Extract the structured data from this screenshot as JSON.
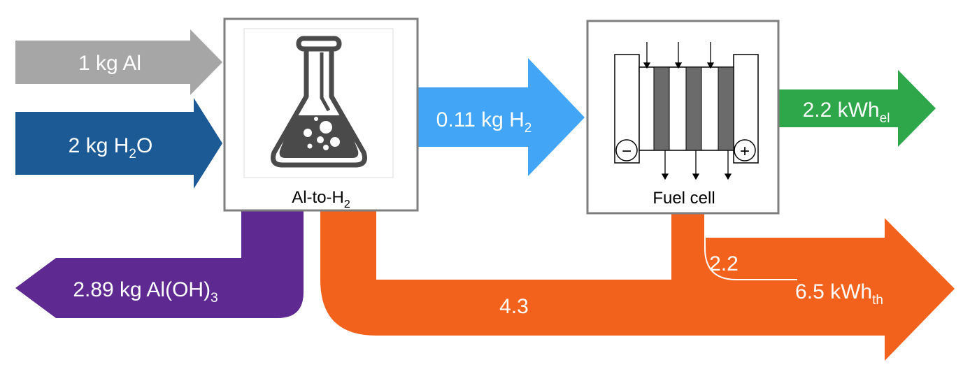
{
  "colors": {
    "aluminum": "#a6a6a6",
    "water": "#1c5a96",
    "hydrogen": "#42a5f5",
    "electricity": "#2ea64a",
    "heat": "#f3621d",
    "hydroxide": "#5e2a92",
    "box_border": "#7f7f7f",
    "icon": "#4a4a4a"
  },
  "inputs": {
    "al": "1 kg Al",
    "water": {
      "main": "2 kg H",
      "sub": "2",
      "tail": "O"
    }
  },
  "reactor": {
    "label": {
      "main": "Al-to-H",
      "sub": "2"
    },
    "icon": "flask-icon"
  },
  "hydrogen_flow": {
    "main": "0.11 kg H",
    "sub": "2"
  },
  "fuel_cell": {
    "label": "Fuel cell",
    "icon": "fuel-cell-icon",
    "minus": "−",
    "plus": "+"
  },
  "electricity_out": {
    "main": "2.2 kWh",
    "sub": "el"
  },
  "byproduct": {
    "main": "2.89 kg Al(OH)",
    "sub": "3"
  },
  "heat": {
    "reactor_heat": "4.3",
    "fuel_cell_heat": "2.2",
    "total": {
      "main": "6.5 kWh",
      "sub": "th"
    }
  }
}
